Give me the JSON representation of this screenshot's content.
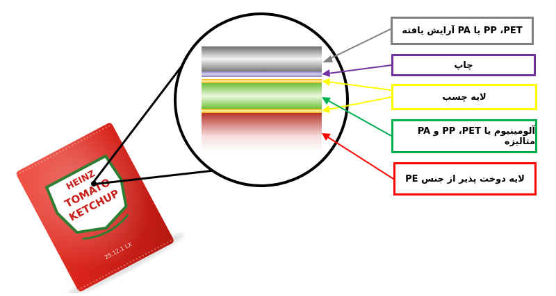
{
  "layers": [
    {
      "key": "outer",
      "label": "PP ،PET یا PA آرایش یافته",
      "color": "#808080"
    },
    {
      "key": "print",
      "label": "چاپ",
      "color": "#7030A0"
    },
    {
      "key": "adhesive",
      "label": "لایه چسب",
      "color": "#FFFF00"
    },
    {
      "key": "barrier",
      "label": "آلومینیوم یا PP ،PET و PA متالیزه",
      "color": "#00B050"
    },
    {
      "key": "seal",
      "label": "لایه دوخت پذیر از جنس PE",
      "color": "#FF0000"
    }
  ],
  "packet": {
    "brand": "HEINZ",
    "product_line1": "TOMATO",
    "product_line2": "KETCHUP",
    "code": "25.12.1 LX",
    "color": "#E8241C"
  }
}
